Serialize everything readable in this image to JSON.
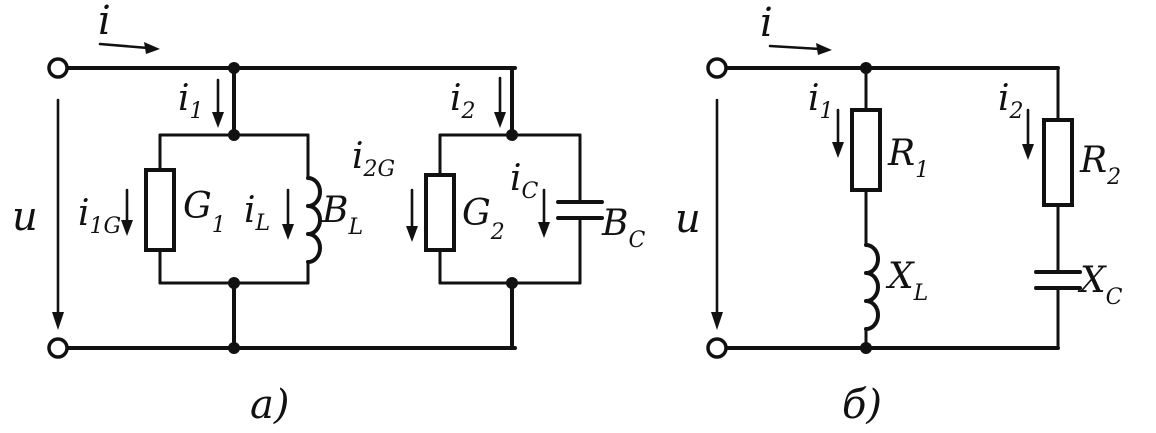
{
  "diagram_a": {
    "current_i": "i",
    "voltage_u": "u",
    "branch1_current": "i",
    "branch1_current_sub": "1",
    "branch2_current": "i",
    "branch2_current_sub": "2",
    "g1_current": "i",
    "g1_current_sub": "1G",
    "g1_label": "G",
    "g1_label_sub": "1",
    "l_current": "i",
    "l_current_sub": "L",
    "bl_label": "B",
    "bl_label_sub": "L",
    "g2_current": "i",
    "g2_current_sub": "2G",
    "g2_label": "G",
    "g2_label_sub": "2",
    "c_current": "i",
    "c_current_sub": "C",
    "bc_label": "B",
    "bc_label_sub": "C",
    "caption": "а)"
  },
  "diagram_b": {
    "current_i": "i",
    "voltage_u": "u",
    "branch1_current": "i",
    "branch1_current_sub": "1",
    "branch2_current": "i",
    "branch2_current_sub": "2",
    "r1_label": "R",
    "r1_label_sub": "1",
    "r2_label": "R",
    "r2_label_sub": "2",
    "xl_label": "X",
    "xl_label_sub": "L",
    "xc_label": "X",
    "xc_label_sub": "C",
    "caption": "б)"
  }
}
